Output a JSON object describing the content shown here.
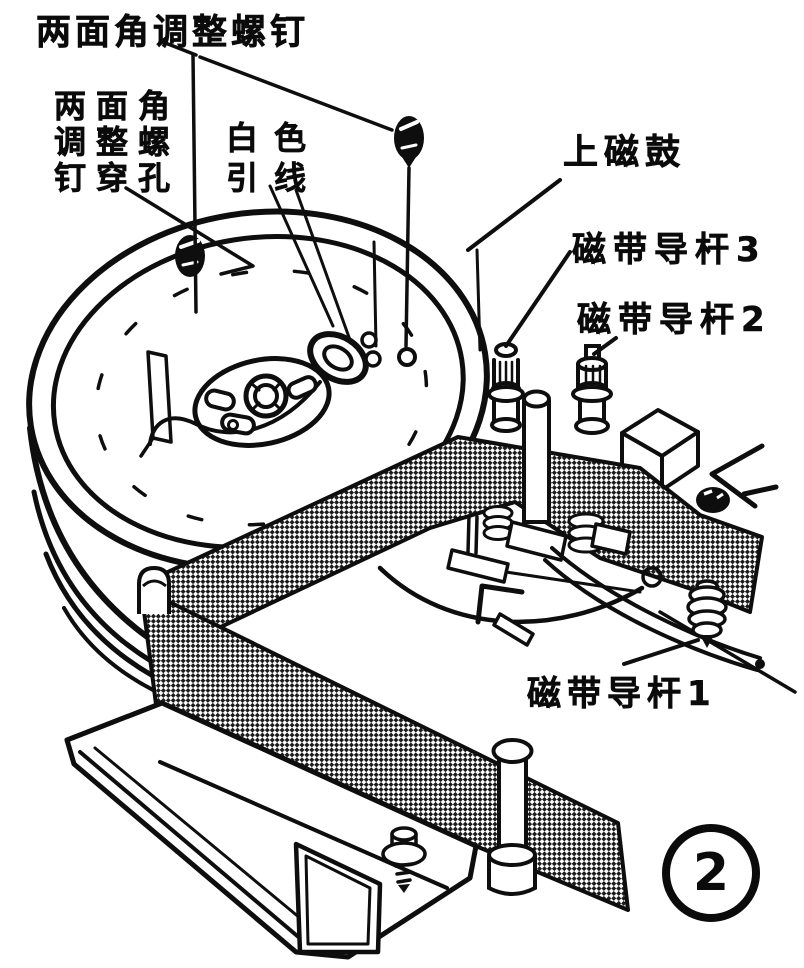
{
  "figure": {
    "number": "2",
    "kind": "scanned line-art technical illustration of a tape recorder upper head-drum assembly"
  },
  "labels": {
    "dihedral_screw": "两面角调整螺钉",
    "dihedral_hole": {
      "line1": "两面角",
      "line2": "调整螺",
      "line3": "钉穿孔"
    },
    "white_lead": {
      "line1": "白色",
      "line2": "引线"
    },
    "upper_drum": "上磁鼓",
    "rod3": "磁带导杆3",
    "rod2": "磁带导杆2",
    "rod1": "磁带导杆1"
  },
  "colors": {
    "ink": "#0b0b0b",
    "paper": "#ffffff"
  }
}
